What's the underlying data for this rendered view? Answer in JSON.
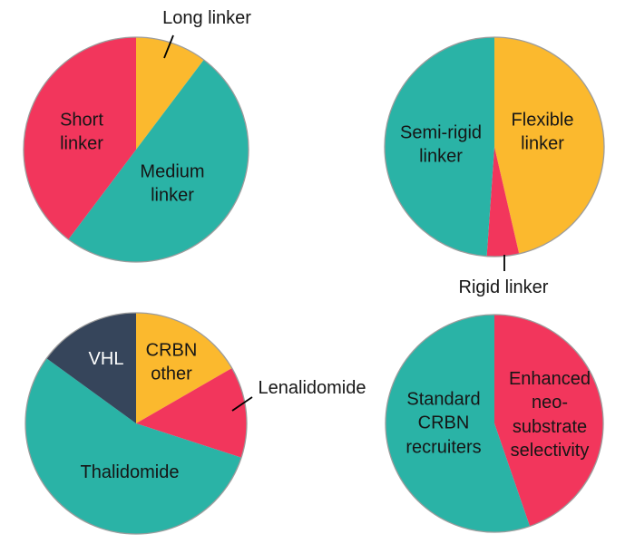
{
  "figure": {
    "background": "#ffffff",
    "text_color": "#161616",
    "white_label_color": "#ffffff",
    "outline_color": "#9c9c9c",
    "leader_line_color": "#000000",
    "palette": {
      "teal": "#2AB3A6",
      "red": "#F2365C",
      "amber": "#FBB92E",
      "dark_slate": "#36455B"
    }
  },
  "chart_data": [
    {
      "type": "pie",
      "name": "linker-length-distribution",
      "title": "",
      "legend": "none",
      "slices": [
        {
          "label": "Long linker",
          "display": "Long linker",
          "percent": 10,
          "start_deg": 0,
          "end_deg": 37,
          "color": "#FBB92E",
          "label_placement": "outside-top"
        },
        {
          "label": "Medium linker",
          "display": "Medium\nlinker",
          "percent": 50,
          "start_deg": 37,
          "end_deg": 217,
          "color": "#2AB3A6",
          "label_placement": "inside"
        },
        {
          "label": "Short linker",
          "display": "Short\nlinker",
          "percent": 40,
          "start_deg": 217,
          "end_deg": 360,
          "color": "#F2365C",
          "label_placement": "inside"
        }
      ]
    },
    {
      "type": "pie",
      "name": "linker-rigidity-distribution",
      "title": "",
      "legend": "none",
      "slices": [
        {
          "label": "Flexible linker",
          "display": "Flexible\nlinker",
          "percent": 46,
          "start_deg": 0,
          "end_deg": 167,
          "color": "#FBB92E",
          "label_placement": "inside"
        },
        {
          "label": "Rigid linker",
          "display": "Rigid linker",
          "percent": 5,
          "start_deg": 167,
          "end_deg": 184,
          "color": "#F2365C",
          "label_placement": "outside-bottom"
        },
        {
          "label": "Semi-rigid linker",
          "display": "Semi-rigid\nlinker",
          "percent": 49,
          "start_deg": 184,
          "end_deg": 360,
          "color": "#2AB3A6",
          "label_placement": "inside"
        }
      ]
    },
    {
      "type": "pie",
      "name": "crbn-recruiter-types",
      "title": "",
      "legend": "none",
      "slices": [
        {
          "label": "CRBN other",
          "display": "CRBN\nother",
          "percent": 17,
          "start_deg": 0,
          "end_deg": 60,
          "color": "#FBB92E",
          "label_placement": "inside"
        },
        {
          "label": "Lenalidomide",
          "display": "Lenalidomide",
          "percent": 13,
          "start_deg": 60,
          "end_deg": 108,
          "color": "#F2365C",
          "label_placement": "outside-right"
        },
        {
          "label": "Thalidomide",
          "display": "Thalidomide",
          "percent": 55,
          "start_deg": 108,
          "end_deg": 306,
          "color": "#2AB3A6",
          "label_placement": "inside"
        },
        {
          "label": "VHL",
          "display": "VHL",
          "percent": 15,
          "start_deg": 306,
          "end_deg": 360,
          "color": "#36455B",
          "label_placement": "inside",
          "label_color": "#ffffff"
        }
      ]
    },
    {
      "type": "pie",
      "name": "crbn-recruiter-selectivity",
      "title": "",
      "legend": "none",
      "slices": [
        {
          "label": "Enhanced neo-substrate selectivity",
          "display": "Enhanced\nneo-\nsubstrate\nselectivity",
          "percent": 45,
          "start_deg": 0,
          "end_deg": 161,
          "color": "#F2365C",
          "label_placement": "inside"
        },
        {
          "label": "Standard CRBN recruiters",
          "display": "Standard\nCRBN\nrecruiters",
          "percent": 55,
          "start_deg": 161,
          "end_deg": 360,
          "color": "#2AB3A6",
          "label_placement": "inside"
        }
      ]
    }
  ]
}
